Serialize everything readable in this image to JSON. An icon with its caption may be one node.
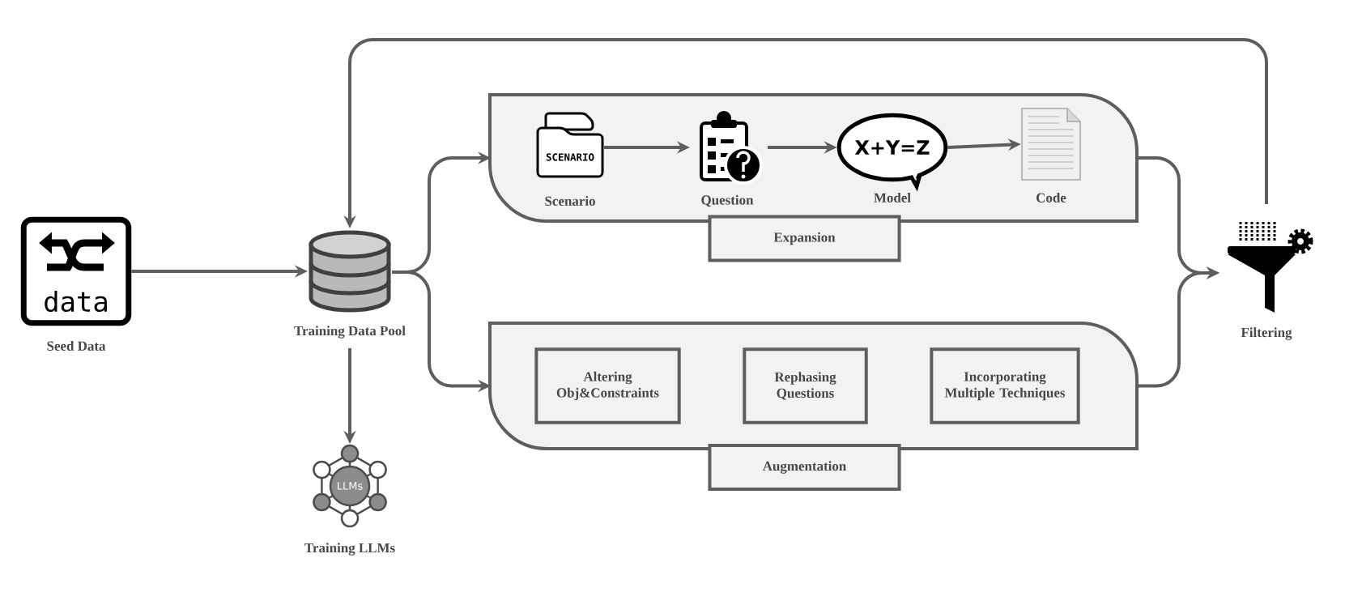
{
  "diagram": {
    "nodes": [
      {
        "text": [
          "data",
          "Seed Data"
        ]
      },
      {
        "text": [
          "Training Data Pool"
        ]
      },
      {
        "text": [
          "LLMs",
          "Training LLMs"
        ]
      },
      {
        "text": [
          "Expansion"
        ]
      },
      {
        "text": [
          "SCENARIO",
          "Scenario"
        ],
        "in": 3
      },
      {
        "text": [
          "Question"
        ],
        "in": 3
      },
      {
        "text": [
          "X+Y=Z",
          "Model"
        ],
        "in": 3
      },
      {
        "text": [
          "Code"
        ],
        "in": 3
      },
      {
        "text": [
          "Augmentation"
        ]
      },
      {
        "text": [
          "Altering Obj&Constraints"
        ],
        "in": 8
      },
      {
        "text": [
          "Rephasing Questions"
        ],
        "in": 8
      },
      {
        "text": [
          "Incorporating Multiple Techniques"
        ],
        "in": 8
      },
      {
        "text": [
          "Filtering"
        ]
      }
    ],
    "edges": [
      {
        "from": 0,
        "to": 1,
        "arrow": "to"
      },
      {
        "from": 1,
        "to": 2,
        "arrow": "to"
      },
      {
        "from": 1,
        "to": 3,
        "arrow": "to"
      },
      {
        "from": 1,
        "to": 8,
        "arrow": "to"
      },
      {
        "from": 4,
        "to": 5,
        "arrow": "to"
      },
      {
        "from": 5,
        "to": 6,
        "arrow": "to"
      },
      {
        "from": 6,
        "to": 7,
        "arrow": "to"
      },
      {
        "from": 3,
        "to": 12,
        "arrow": "to"
      },
      {
        "from": 8,
        "to": 12,
        "arrow": "to"
      },
      {
        "from": 12,
        "to": 1,
        "arrow": "to"
      }
    ]
  }
}
